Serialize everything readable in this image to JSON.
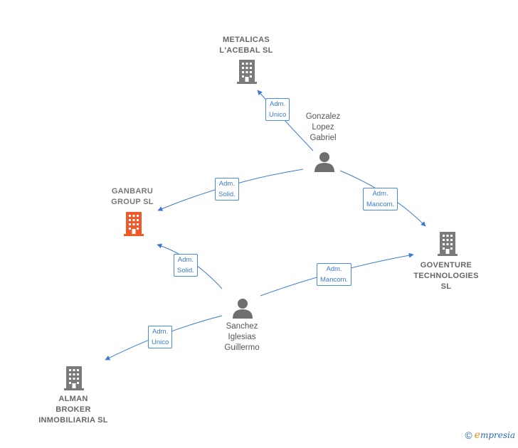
{
  "nodes": {
    "metalicas": {
      "label": "METALICAS\nL'ACEBAL  SL",
      "type": "company"
    },
    "ganbaru": {
      "label": "GANBARU\nGROUP  SL",
      "type": "company-focus"
    },
    "goventure": {
      "label": "GOVENTURE\nTECHNOLOGIES\nSL",
      "type": "company"
    },
    "alman": {
      "label": "ALMAN\nBROKER\nINMOBILIARIA SL",
      "type": "company"
    },
    "gonzalez": {
      "label": "Gonzalez\nLopez\nGabriel",
      "type": "person"
    },
    "sanchez": {
      "label": "Sanchez\nIglesias\nGuillermo",
      "type": "person"
    }
  },
  "edges": [
    {
      "id": "e1",
      "label": "Adm.\nUnico"
    },
    {
      "id": "e2",
      "label": "Adm.\nSolid."
    },
    {
      "id": "e3",
      "label": "Adm.\nMancom."
    },
    {
      "id": "e4",
      "label": "Adm.\nSolid."
    },
    {
      "id": "e5",
      "label": "Adm.\nMancom."
    },
    {
      "id": "e6",
      "label": "Adm.\nUnico"
    }
  ],
  "footer": {
    "copyright": "©",
    "brand_initial": "e",
    "brand_rest": "mpresia"
  },
  "colors": {
    "edge": "#3b7ad0",
    "company_icon": "#7a7a7a",
    "focus_icon": "#f05a28",
    "person_icon": "#6e6e6e"
  }
}
